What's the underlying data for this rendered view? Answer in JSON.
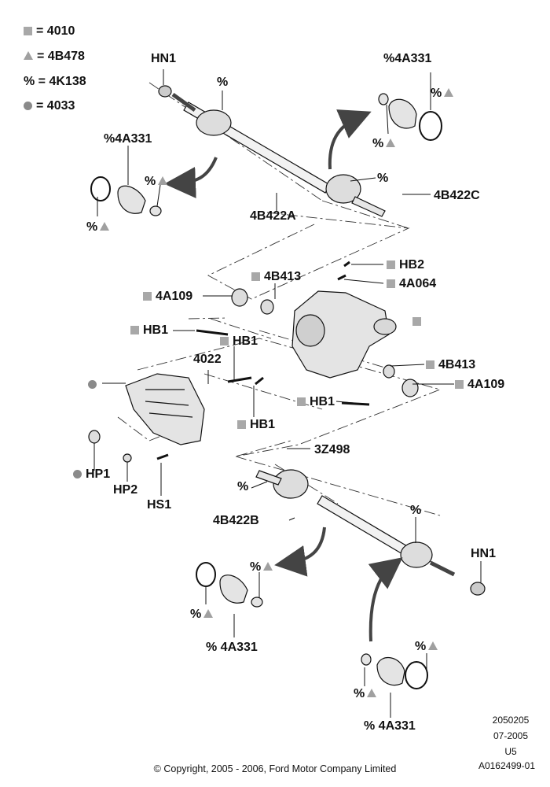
{
  "legend": [
    {
      "symbol": "square",
      "text": "= 4010"
    },
    {
      "symbol": "triangle",
      "text": "= 4B478"
    },
    {
      "symbol": "percent",
      "text": "% = 4K138"
    },
    {
      "symbol": "circle",
      "text": "= 4033"
    }
  ],
  "labels": {
    "hn1_top": "HN1",
    "pct_top": "%",
    "a331_tr": "%4A331",
    "a331_tl": "%4A331",
    "pct_tl_tri": "%",
    "pct_tl_bot": "%",
    "pct_tr_bot": "%",
    "pct_tr_top": "%",
    "pct_joint": "%",
    "b422c": "4B422C",
    "b422a": "4B422A",
    "hb2": "HB2",
    "b413_top": "4B413",
    "a064": "4A064",
    "a109_left": "4A109",
    "hb1_a": "HB1",
    "hb1_b": "HB1",
    "c4022": "4022",
    "b413_right": "4B413",
    "a109_right": "4A109",
    "hb1_c": "HB1",
    "hb1_d": "HB1",
    "z498": "3Z498",
    "hp1": "HP1",
    "hp2": "HP2",
    "hs1": "HS1",
    "pct_mid": "%",
    "b422b": "4B422B",
    "pct_lower_shaft": "%",
    "hn1_bot": "HN1",
    "pct_bl_tri": "%",
    "pct_bl_bot": "%",
    "a331_bl": "% 4A331",
    "pct_br_tri": "%",
    "pct_br_bot": "%",
    "a331_br": "% 4A331"
  },
  "footer": {
    "line1": "2050205",
    "line2": "07-2005",
    "line3": "U5",
    "line4": "A0162499-01",
    "copyright": "© Copyright, 2005 - 2006, Ford Motor Company Limited"
  },
  "colors": {
    "marker": "#a8a8a8",
    "line": "#111111",
    "part_fill": "#e4e4e4"
  }
}
